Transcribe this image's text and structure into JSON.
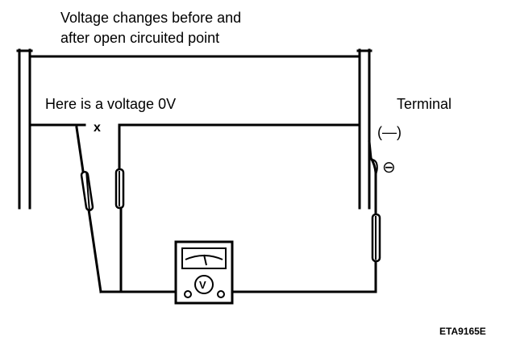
{
  "labels": {
    "title_line1": "Voltage changes before and",
    "title_line2": "after open circuited point",
    "voltage_note": "Here is a voltage 0V",
    "terminal": "Terminal",
    "terminal_sign": "(—)",
    "minus_symbol": "⊖",
    "break_mark": "x",
    "figure_code": "ETA9165E"
  },
  "meter": {
    "icon": "voltmeter-icon",
    "symbol": "V"
  },
  "colors": {
    "ink": "#000000",
    "paper": "#ffffff"
  }
}
